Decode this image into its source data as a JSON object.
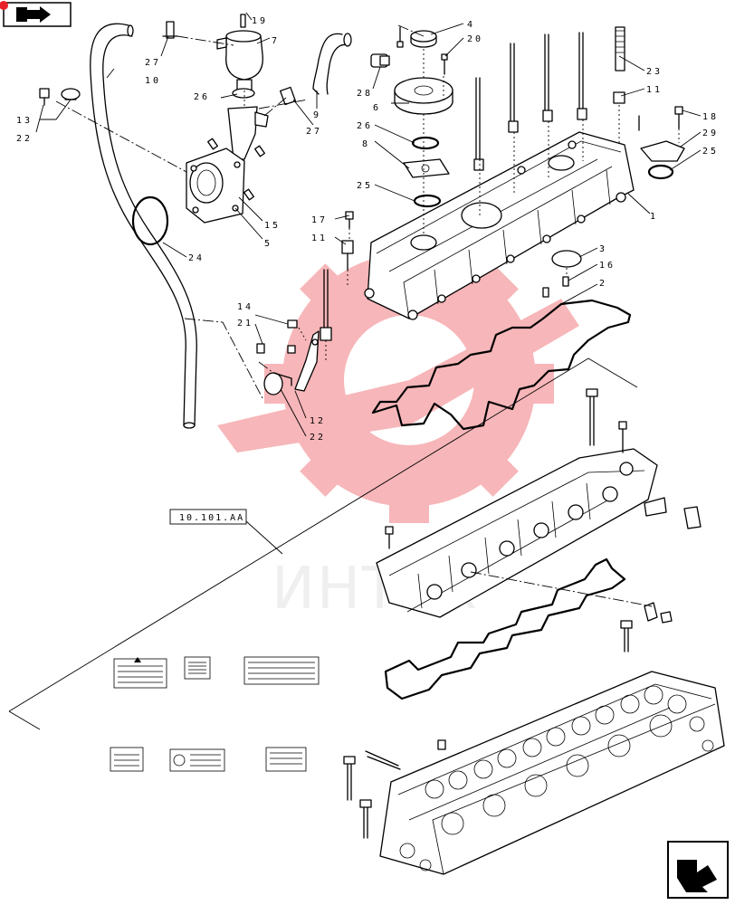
{
  "diagram": {
    "ref_box_label": "10.101.AA",
    "watermark_text": "ИНТЕХ",
    "colors": {
      "line": "#000000",
      "watermark_red": "#e8202a",
      "watermark_grey": "#cfcfcf"
    },
    "nav": {
      "top_left_icon": "nav-previous-arrow-icon",
      "bottom_right_icon": "nav-next-arrow-icon"
    },
    "callouts": [
      "19",
      "7",
      "27",
      "10",
      "26",
      "13",
      "22",
      "4",
      "20",
      "28",
      "6",
      "26",
      "8",
      "25",
      "9",
      "27",
      "23",
      "11",
      "18",
      "29",
      "25",
      "1",
      "17",
      "11",
      "3",
      "16",
      "2",
      "15",
      "5",
      "24",
      "14",
      "21",
      "12",
      "22"
    ]
  }
}
